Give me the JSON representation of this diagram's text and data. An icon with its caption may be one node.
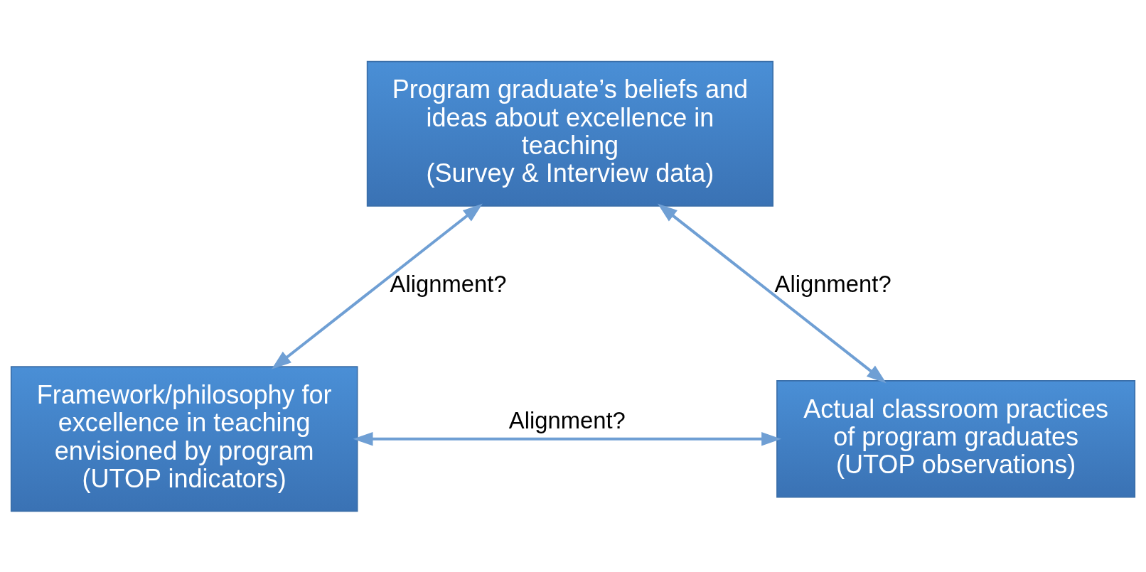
{
  "diagram": {
    "nodes": [
      {
        "text": [
          "Program graduate’s beliefs and ideas about excellence in teaching",
          "(Survey & Interview data)"
        ]
      },
      {
        "text": [
          "Framework/philosophy for excellence in teaching envisioned by program",
          "(UTOP indicators)"
        ]
      },
      {
        "text": [
          "Actual classroom practices of program graduates",
          "(UTOP observations)"
        ]
      }
    ],
    "edges": [
      {
        "from": 1,
        "to": 0,
        "arrow": "both",
        "label": "Alignment?"
      },
      {
        "from": 0,
        "to": 2,
        "arrow": "both",
        "label": "Alignment?"
      },
      {
        "from": 1,
        "to": 2,
        "arrow": "both",
        "label": "Alignment?"
      }
    ]
  }
}
